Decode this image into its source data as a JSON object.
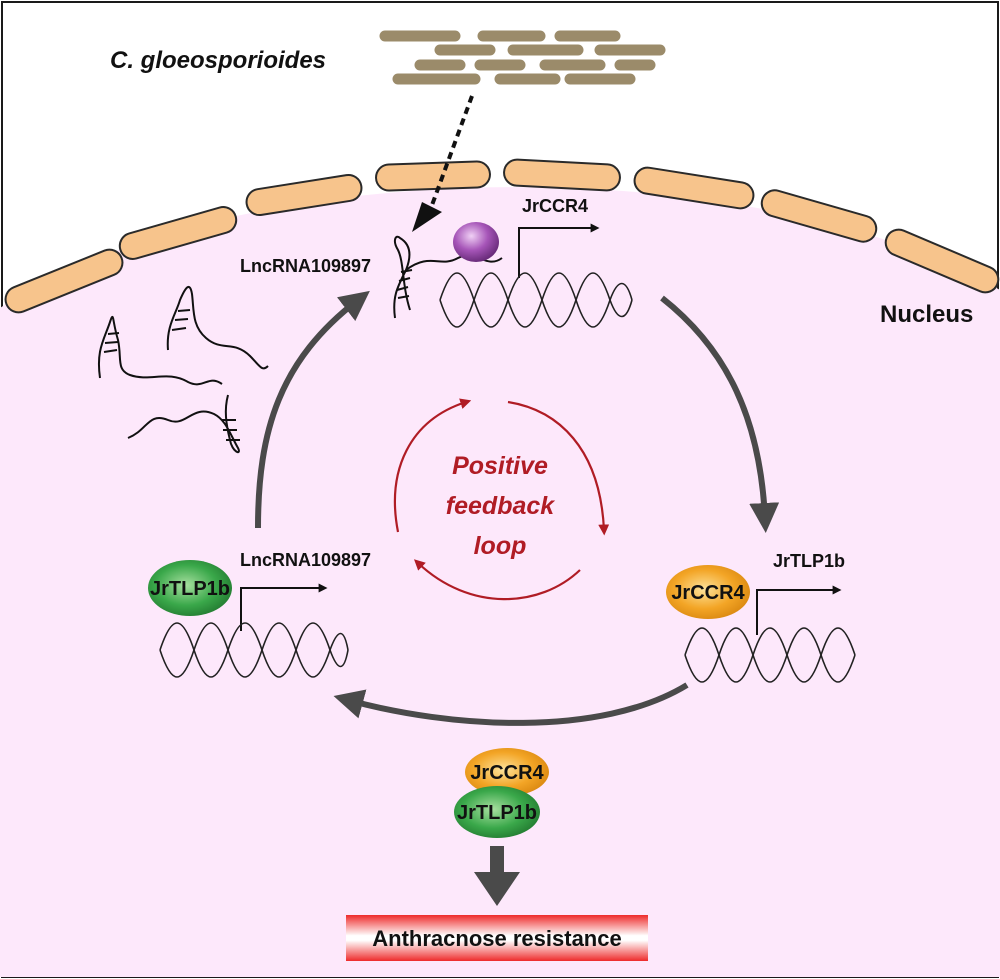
{
  "pathogen": {
    "name": "C. gloeosporioides"
  },
  "compartment": {
    "label": "Nucleus"
  },
  "lncrna": {
    "top_label": "LncRNA109897",
    "gene_label": "LncRNA109897"
  },
  "genes": {
    "jrccr4_gene_label": "JrCCR4",
    "jrtlp1b_gene_label": "JrTLP1b"
  },
  "proteins": {
    "jrtlp1b": "JrTLP1b",
    "jrccr4": "JrCCR4",
    "complex_jrccr4": "JrCCR4",
    "complex_jrtlp1b": "JrTLP1b"
  },
  "feedback": {
    "line1": "Positive",
    "line2": "feedback",
    "line3": "loop"
  },
  "outcome": {
    "label": "Anthracnose resistance"
  },
  "colors": {
    "nucleus_fill": "#fde8fb",
    "envelope_segment": "#f7c48c",
    "spore": "#9b8b6a",
    "flow_arrow": "#4a4a4a",
    "feedback_arrow": "#b01c25",
    "jrtlp1b": "#3aa84a",
    "jrccr4": "#f3a526",
    "regulator": "#8a3aa0"
  }
}
